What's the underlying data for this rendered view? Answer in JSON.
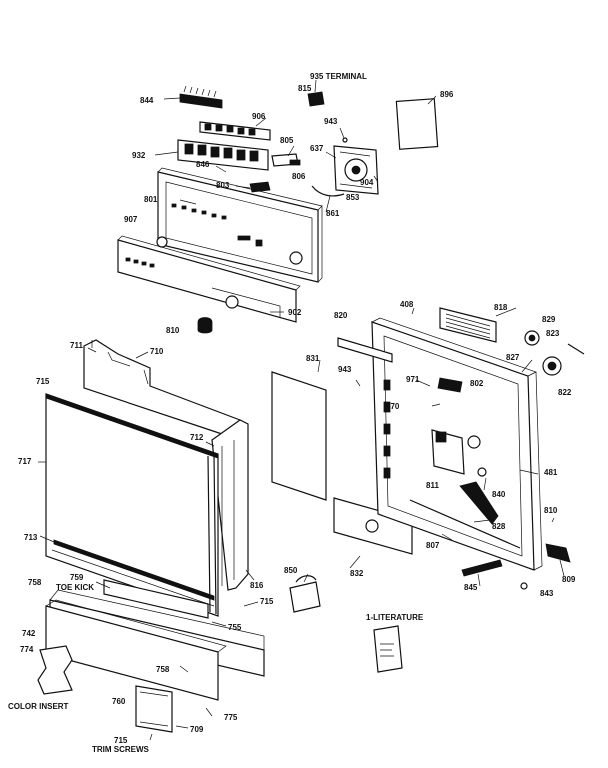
{
  "labels": {
    "l935": "935 TERMINAL",
    "l815": "815",
    "l896": "896",
    "l844": "844",
    "l906": "906",
    "l943a": "943",
    "l805": "805",
    "l637": "637",
    "l932": "932",
    "l846": "846",
    "l806": "806",
    "l904": "904",
    "l803": "803",
    "l853": "853",
    "l801": "801",
    "l861": "861",
    "l907": "907",
    "l810a": "810",
    "l902": "902",
    "l408": "408",
    "l818": "818",
    "l820": "820",
    "l829": "829",
    "l823": "823",
    "l827": "827",
    "l711": "711",
    "l710": "710",
    "l831": "831",
    "l943b": "943",
    "l971": "971",
    "l802": "802",
    "l822": "822",
    "l715a": "715",
    "l870": "870",
    "l712": "712",
    "l717": "717",
    "l481": "481",
    "l811": "811",
    "l840": "840",
    "l810b": "810",
    "l828": "828",
    "l713": "713",
    "l807": "807",
    "l850": "850",
    "l832": "832",
    "l758a": "758",
    "l759": "759",
    "l toe": "TOE KICK",
    "l816": "816",
    "l809": "809",
    "l715b": "715",
    "l845": "845",
    "l843": "843",
    "l755": "755",
    "l742": "742",
    "l literature": "1-LITERATURE",
    "l774": "774",
    "l758b": "758",
    "l color": "COLOR INSERT",
    "l760": "760",
    "l775": "775",
    "l715c": "715",
    "l709": "709",
    "l trim": "TRIM SCREWS"
  }
}
